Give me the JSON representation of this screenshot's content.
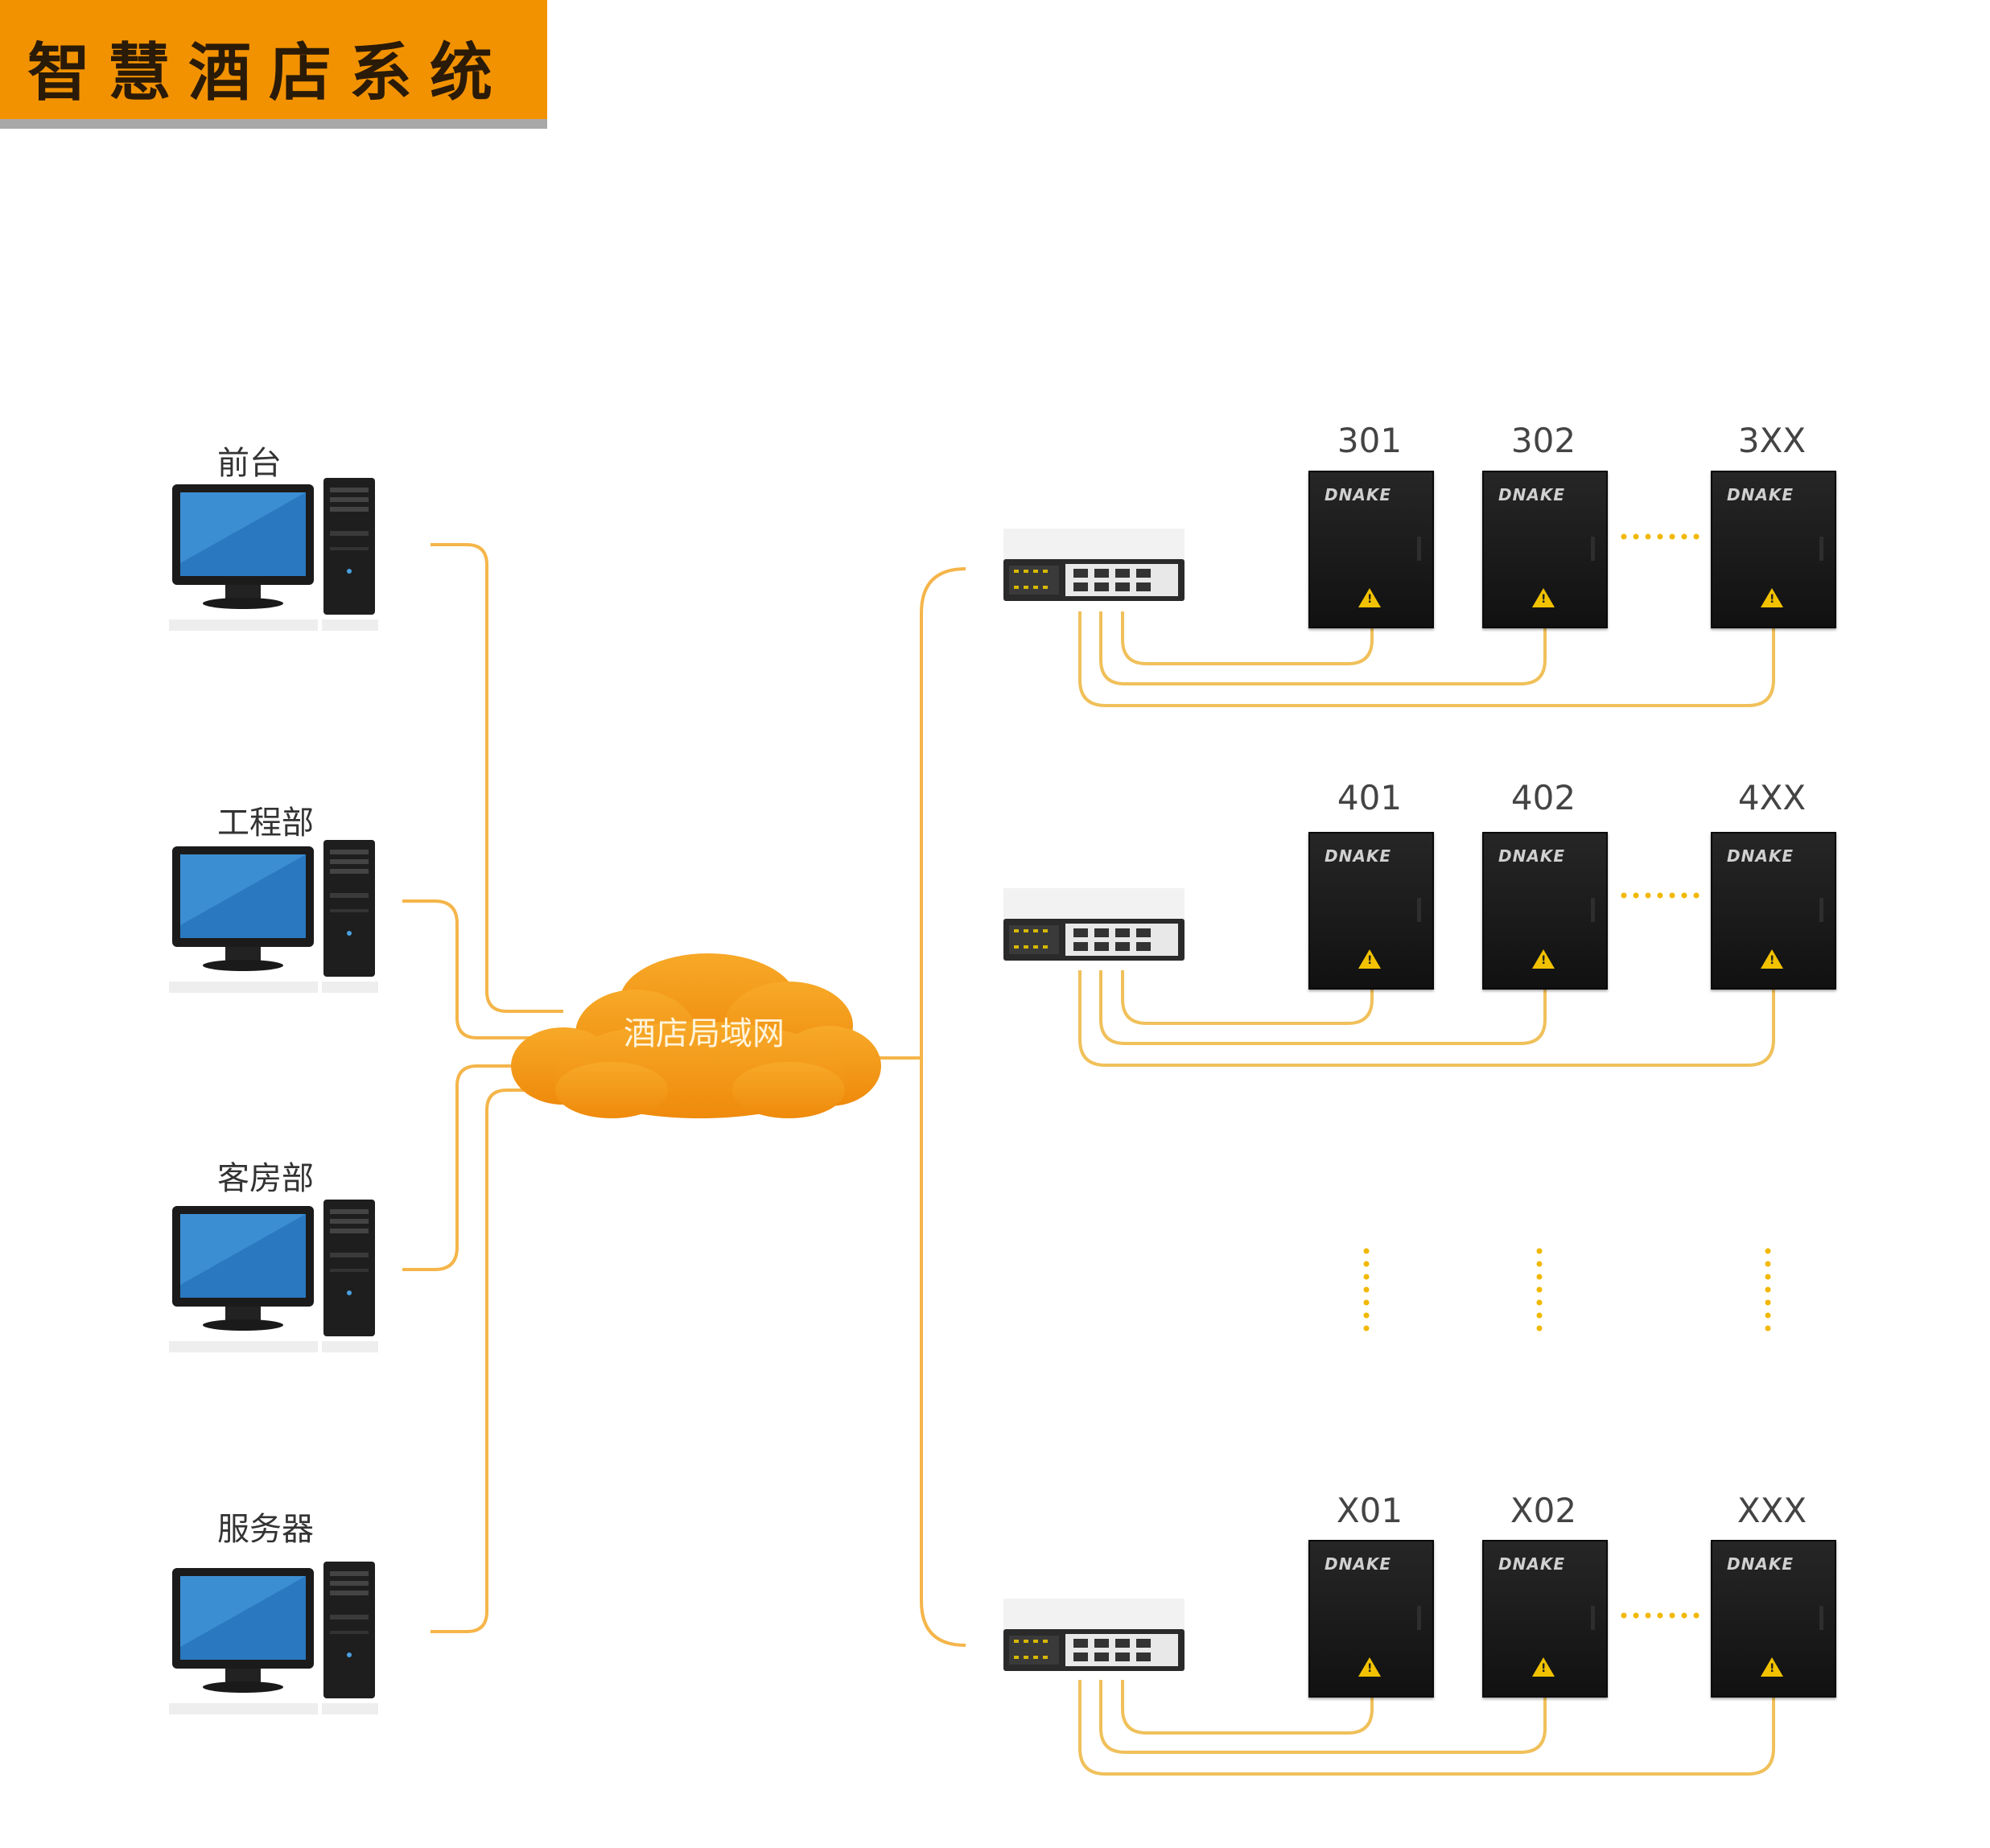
{
  "title": "智慧酒店系统",
  "network_label": "酒店局域网",
  "departments": [
    {
      "label": "前台"
    },
    {
      "label": "工程部"
    },
    {
      "label": "客房部"
    },
    {
      "label": "服务器"
    }
  ],
  "floors": [
    {
      "rooms": [
        "301",
        "302",
        "3XX"
      ]
    },
    {
      "rooms": [
        "401",
        "402",
        "4XX"
      ]
    },
    {
      "rooms": [
        "X01",
        "X02",
        "XXX"
      ]
    }
  ],
  "panel_brand": "DNAKE",
  "colors": {
    "banner": "#f29200",
    "banner_shadow": "#9a9a9a",
    "link": "#f5b54a",
    "floor_link": "#f0c05a",
    "cloud": "#f29a1a",
    "ellipsis_dots": "#f2b800"
  }
}
